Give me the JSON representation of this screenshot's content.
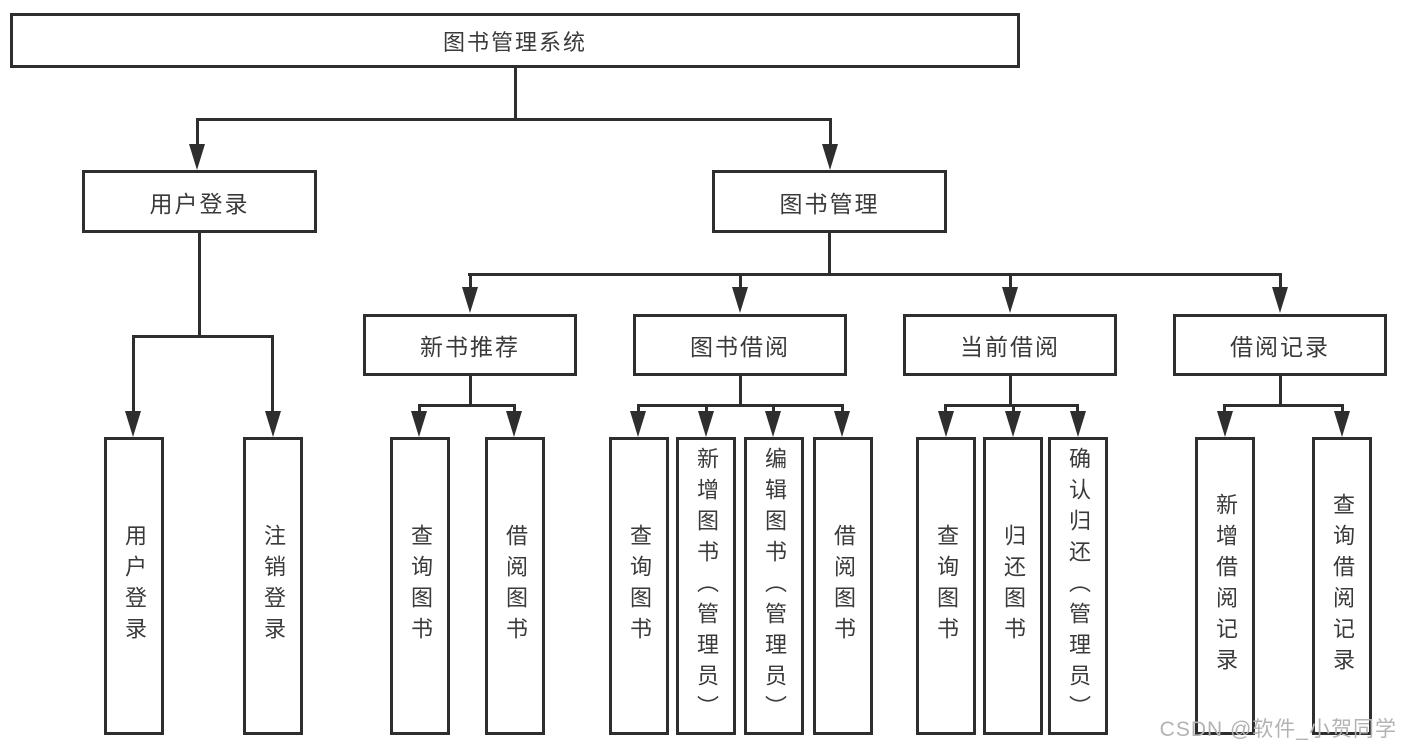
{
  "tree": {
    "label": "图书管理系统",
    "children": [
      {
        "label": "用户登录",
        "children": [
          {
            "label": "用户登录"
          },
          {
            "label": "注销登录"
          }
        ]
      },
      {
        "label": "图书管理",
        "children": [
          {
            "label": "新书推荐",
            "children": [
              {
                "label": "查询图书"
              },
              {
                "label": "借阅图书"
              }
            ]
          },
          {
            "label": "图书借阅",
            "children": [
              {
                "label": "查询图书"
              },
              {
                "label": "新增图书（管理员）"
              },
              {
                "label": "编辑图书（管理员）"
              },
              {
                "label": "借阅图书"
              }
            ]
          },
          {
            "label": "当前借阅",
            "children": [
              {
                "label": "查询图书"
              },
              {
                "label": "归还图书"
              },
              {
                "label": "确认归还（管理员）"
              }
            ]
          },
          {
            "label": "借阅记录",
            "children": [
              {
                "label": "新增借阅记录"
              },
              {
                "label": "查询借阅记录"
              }
            ]
          }
        ]
      }
    ]
  },
  "watermark": {
    "text": "CSDN @软件_小贺同学"
  },
  "colors": {
    "line": "#2e2e2e",
    "text": "#3a3a3a",
    "background": "#ffffff",
    "watermark": "#b3b3b3"
  }
}
